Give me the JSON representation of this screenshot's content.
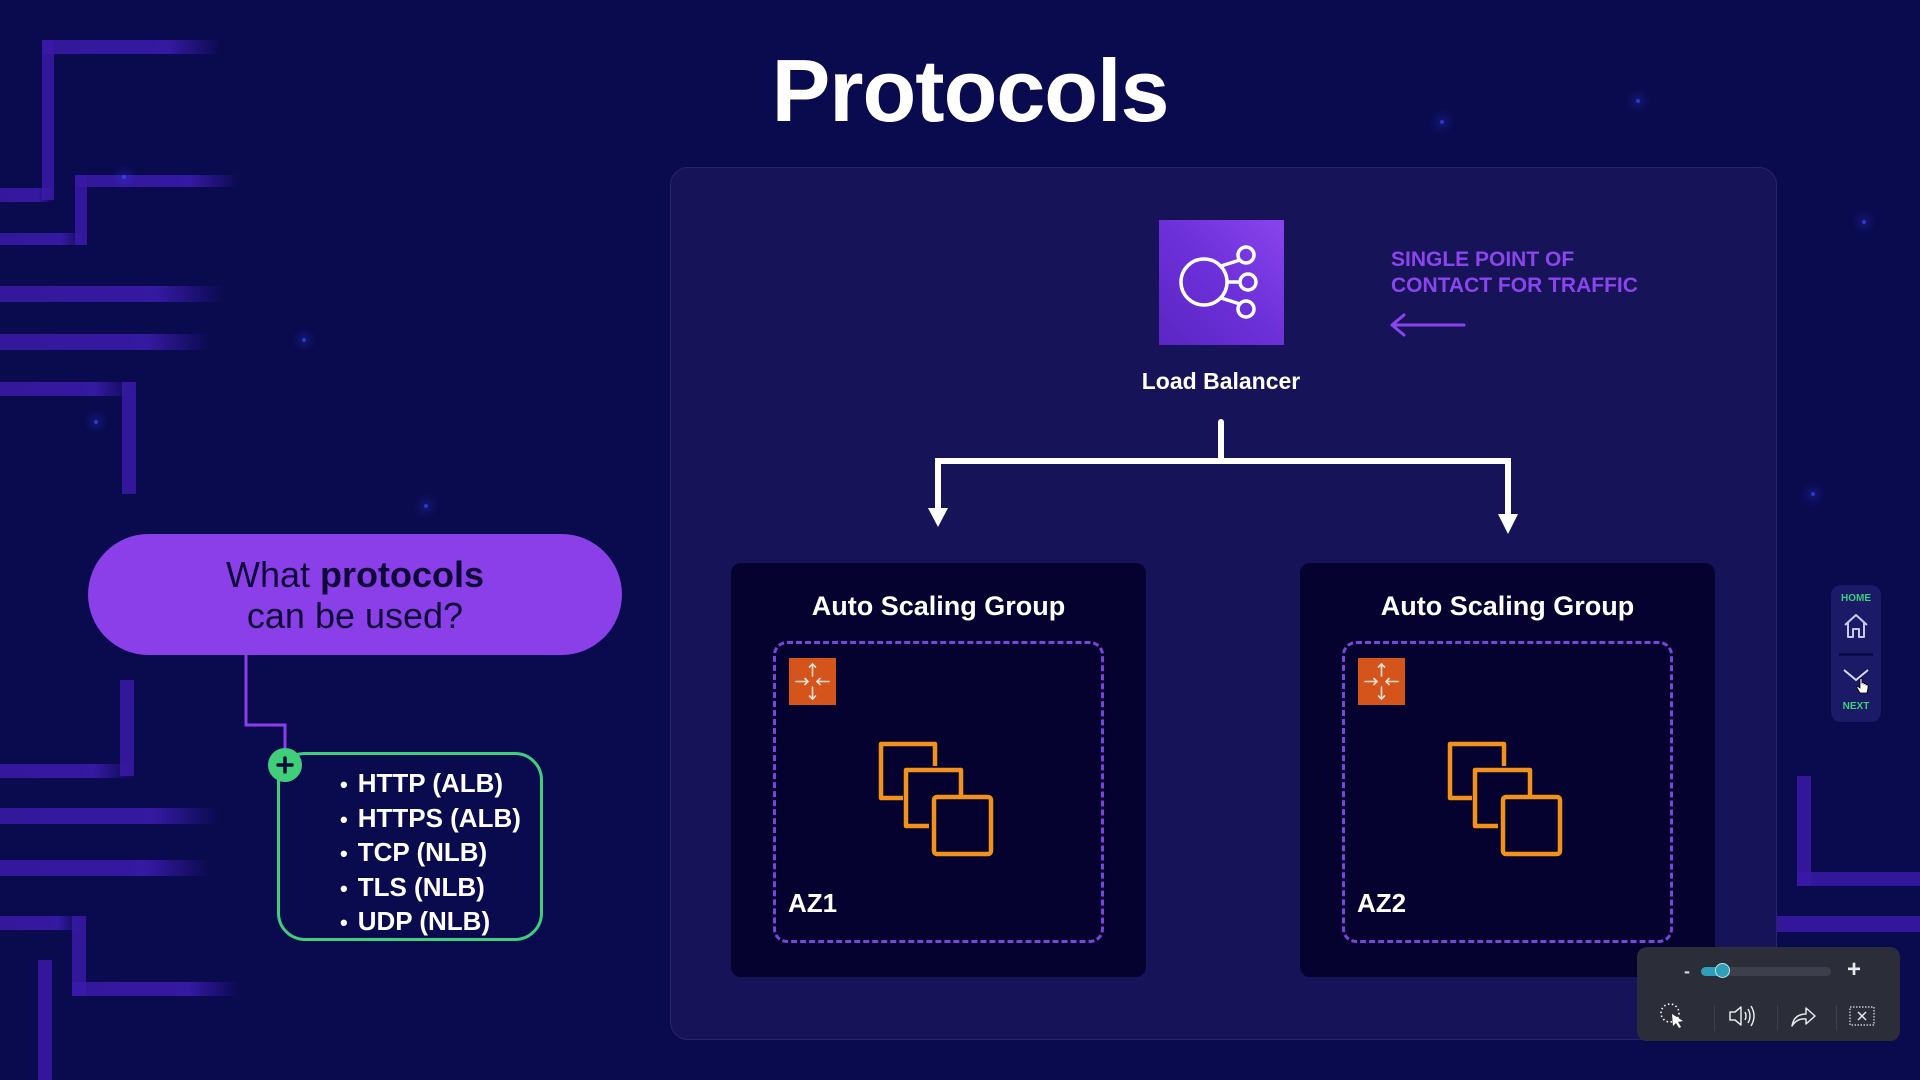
{
  "slide": {
    "title": "Protocols"
  },
  "diagram": {
    "load_balancer": {
      "label": "Load Balancer",
      "icon": "elastic-load-balancing-icon",
      "icon_color": "#7b3be6"
    },
    "callout": {
      "line1": "SINGLE POINT OF",
      "line2": "CONTACT FOR TRAFFIC",
      "color": "#8b45ee"
    },
    "groups": [
      {
        "title": "Auto Scaling Group",
        "zone": "AZ1",
        "icons": [
          "auto-scaling-icon",
          "ec2-instances-icon"
        ]
      },
      {
        "title": "Auto Scaling Group",
        "zone": "AZ2",
        "icons": [
          "auto-scaling-icon",
          "ec2-instances-icon"
        ]
      }
    ]
  },
  "question": {
    "text_prefix": "What ",
    "text_bold": "protocols",
    "text_suffix": "can be used?",
    "color": "#8b3fe8"
  },
  "protocols": {
    "items": [
      "HTTP (ALB)",
      "HTTPS (ALB)",
      "TCP (NLB)",
      "TLS (NLB)",
      "UDP (NLB)"
    ],
    "border_color": "#3fce7a"
  },
  "nav": {
    "home_label": "HOME",
    "next_label": "NEXT"
  },
  "media_controls": {
    "minus_label": "-",
    "plus_label": "+",
    "zoom_level_fraction": 0.17,
    "buttons": [
      "pointer-icon",
      "speaker-icon",
      "share-icon",
      "close-icon"
    ]
  }
}
